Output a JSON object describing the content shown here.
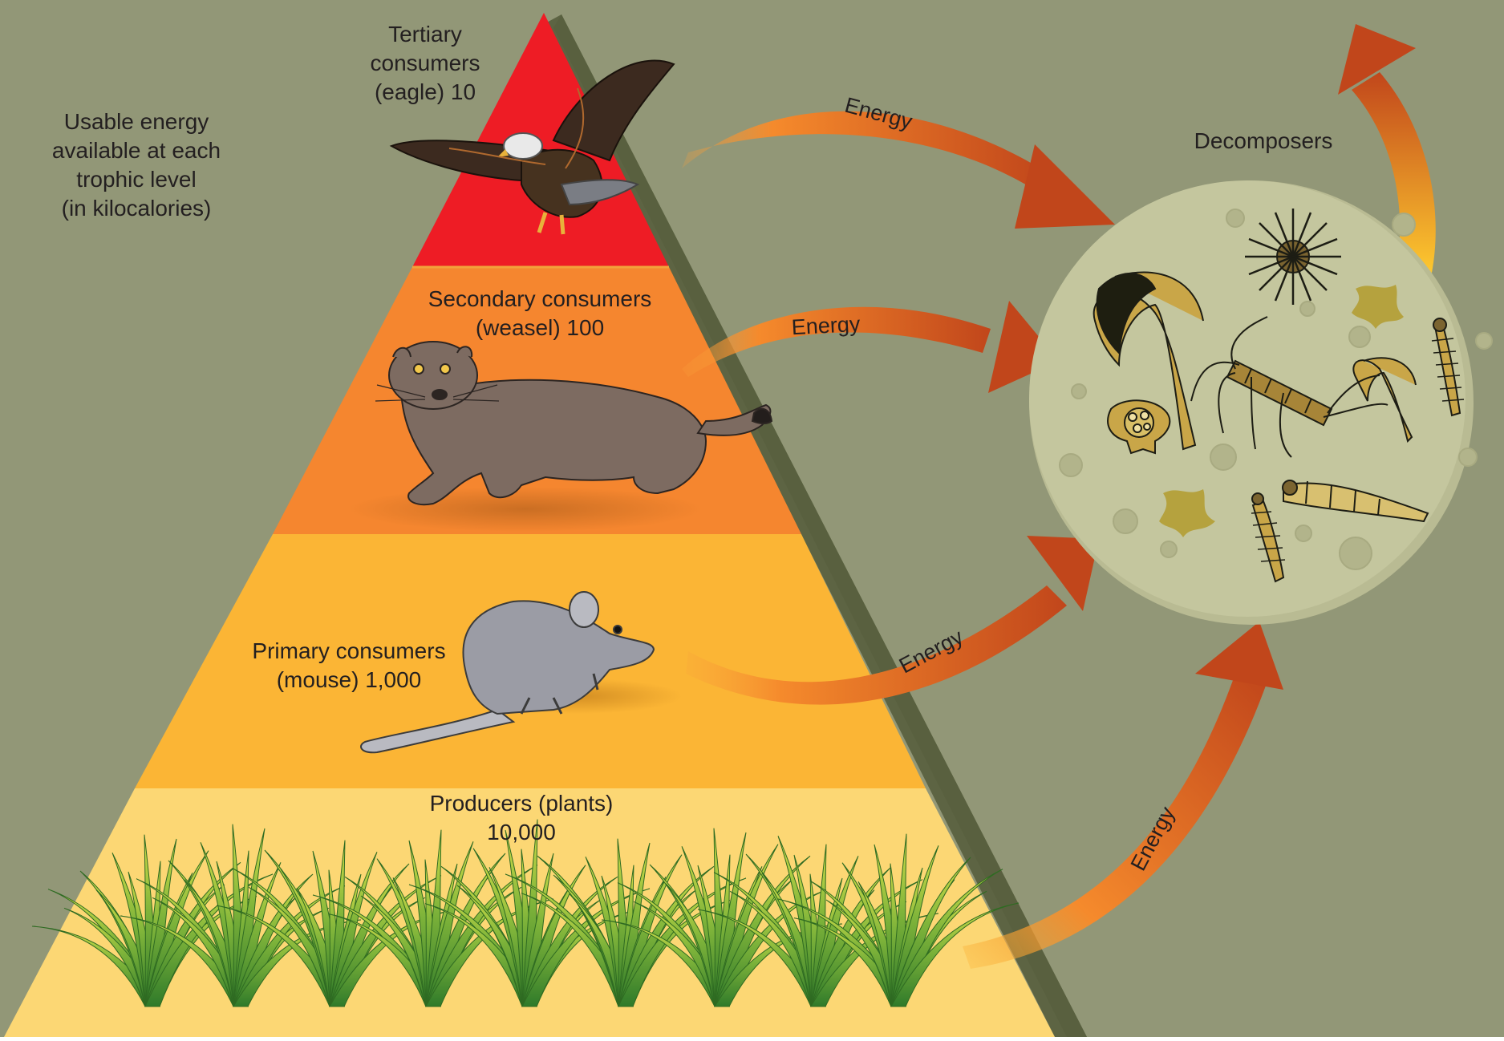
{
  "colors": {
    "background": "#929777",
    "tier_tertiary": "#ee1c25",
    "tier_secondary": "#f5862f",
    "tier_primary": "#fbb535",
    "tier_producers": "#fcd774",
    "pyramid_shadow": "#5d6443",
    "decomposer_circle": "#c4c69e",
    "arrow_start": "#f9a13a",
    "arrow_end": "#c1461b",
    "grass_dark": "#3b7d23",
    "grass_light": "#c8d83a"
  },
  "side_label": {
    "line1": "Usable energy",
    "line2": "available at each",
    "line3": "trophic level",
    "line4": "(in kilocalories)"
  },
  "levels": {
    "tertiary": {
      "line1": "Tertiary",
      "line2": "consumers",
      "line3": "(eagle) 10",
      "icon": "eagle-icon"
    },
    "secondary": {
      "line1": "Secondary consumers",
      "line2": "(weasel) 100",
      "icon": "weasel-icon"
    },
    "primary": {
      "line1": "Primary consumers",
      "line2": "(mouse) 1,000",
      "icon": "mouse-icon"
    },
    "producers": {
      "line1": "Producers (plants)",
      "line2": "10,000",
      "icon": "grass-icon"
    }
  },
  "decomposers": {
    "label": "Decomposers",
    "icon": "microorganisms-icon"
  },
  "arrows": {
    "from_tertiary": "Energy",
    "from_secondary": "Energy",
    "from_primary": "Energy",
    "from_producers": "Energy"
  }
}
